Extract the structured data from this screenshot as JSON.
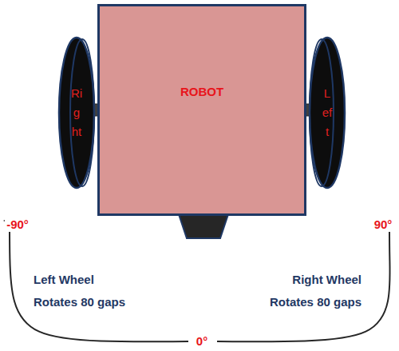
{
  "diagram": {
    "nodes": [
      {
        "text": [
          "ROBOT"
        ]
      },
      {
        "text": [
          "Right"
        ]
      },
      {
        "text": [
          "Left"
        ]
      }
    ],
    "labels": [
      "-90°",
      "90°",
      "Left Wheel",
      "Rotates 80 gaps",
      "Right Wheel",
      "Rotates 80 gaps",
      "0°"
    ]
  }
}
